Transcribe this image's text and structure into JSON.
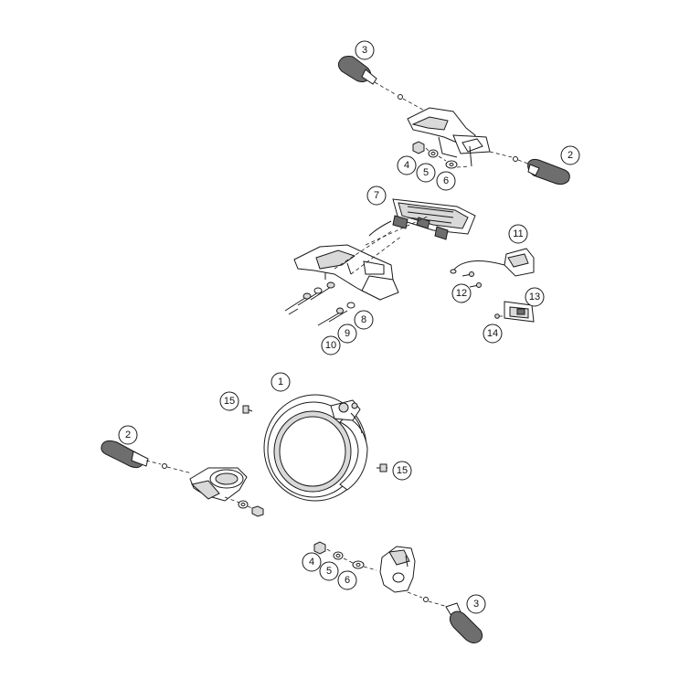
{
  "callouts": [
    {
      "label": "1"
    },
    {
      "label": "2"
    },
    {
      "label": "2"
    },
    {
      "label": "3"
    },
    {
      "label": "3"
    },
    {
      "label": "4"
    },
    {
      "label": "4"
    },
    {
      "label": "5"
    },
    {
      "label": "5"
    },
    {
      "label": "6"
    },
    {
      "label": "6"
    },
    {
      "label": "7"
    },
    {
      "label": "8"
    },
    {
      "label": "9"
    },
    {
      "label": "10"
    },
    {
      "label": "11"
    },
    {
      "label": "12"
    },
    {
      "label": "13"
    },
    {
      "label": "14"
    },
    {
      "label": "15"
    },
    {
      "label": "15"
    }
  ]
}
